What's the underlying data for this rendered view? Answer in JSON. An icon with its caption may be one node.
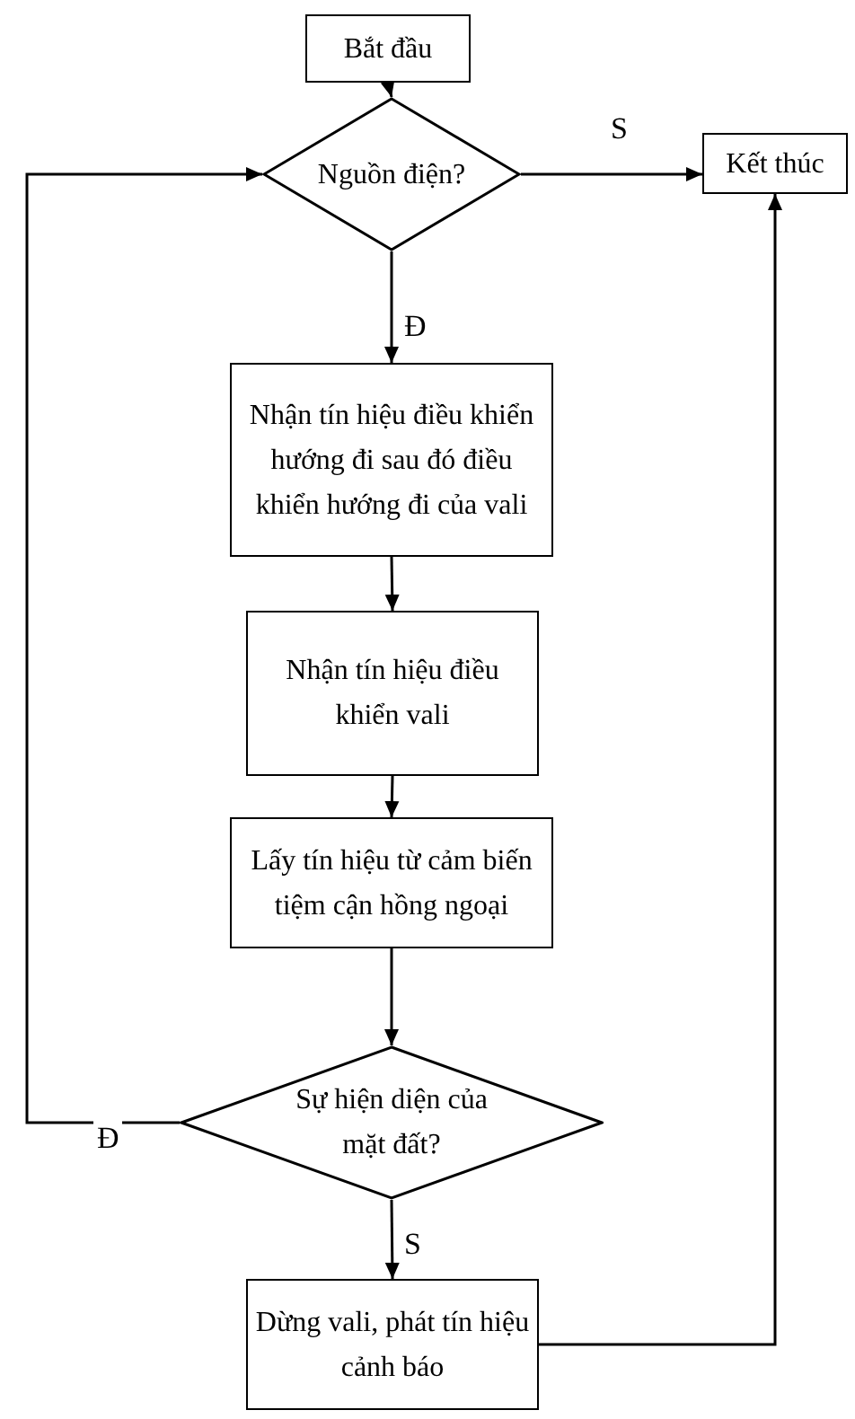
{
  "diagram": {
    "nodes": [
      {
        "text": [
          "Bắt đầu"
        ]
      },
      {
        "text": [
          "Nguồn điện?"
        ]
      },
      {
        "text": [
          "Kết thúc"
        ]
      },
      {
        "text": [
          "Nhận tín hiệu điều khiển hướng đi sau đó điều khiển hướng đi của vali"
        ]
      },
      {
        "text": [
          "Nhận tín hiệu điều khiển vali"
        ]
      },
      {
        "text": [
          "Lấy tín hiệu từ cảm biến tiệm cận hồng ngoại"
        ]
      },
      {
        "text": [
          "Sự hiện diện của mặt đất?"
        ]
      },
      {
        "text": [
          "Dừng vali, phát tín hiệu cảnh báo"
        ]
      }
    ],
    "edges": [
      {
        "from": 0,
        "to": 1,
        "arrow": "to"
      },
      {
        "from": 1,
        "to": 2,
        "arrow": "to",
        "label": "S"
      },
      {
        "from": 1,
        "to": 3,
        "arrow": "to",
        "label": "Đ"
      },
      {
        "from": 3,
        "to": 4,
        "arrow": "to"
      },
      {
        "from": 4,
        "to": 5,
        "arrow": "to"
      },
      {
        "from": 5,
        "to": 6,
        "arrow": "to"
      },
      {
        "from": 6,
        "to": 1,
        "arrow": "to",
        "label": "Đ"
      },
      {
        "from": 6,
        "to": 7,
        "arrow": "to",
        "label": "S"
      },
      {
        "from": 7,
        "to": 2,
        "arrow": "to"
      }
    ]
  }
}
